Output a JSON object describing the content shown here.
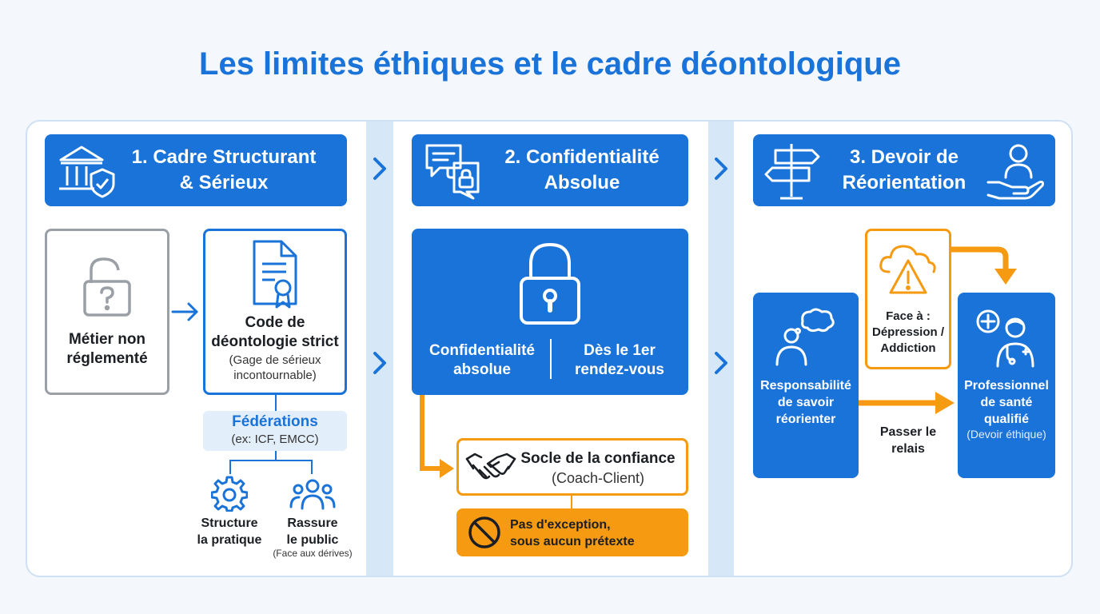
{
  "title": "Les limites éthiques et le cadre déontologique",
  "colors": {
    "blue": "#1a73d9",
    "orange": "#f59a11",
    "gray": "#9aa0a6",
    "light_blue": "#e3eefb"
  },
  "section1": {
    "header": "1. Cadre Structurant\n& Sérieux",
    "unregulated": "Métier non\nréglementé",
    "code_title": "Code de\ndéontologie strict",
    "code_sub": "(Gage de sérieux\nincontournable)",
    "federations_title": "Fédérations",
    "federations_sub": "(ex: ICF, EMCC)",
    "structure": "Structure\nla pratique",
    "reassure": "Rassure\nle public",
    "reassure_sub": "(Face aux dérives)",
    "icons": [
      "institution-shield-icon",
      "unlocked-question-icon",
      "certificate-document-icon",
      "gear-icon",
      "group-icon"
    ]
  },
  "section2": {
    "header": "2. Confidentialité\nAbsolue",
    "conf_left": "Confidentialité\nabsolue",
    "conf_right": "Dès le 1er\nrendez-vous",
    "trust_title": "Socle de la confiance",
    "trust_sub": "(Coach-Client)",
    "exception": "Pas d'exception,\nsous aucun prétexte",
    "icons": [
      "chat-lock-icon",
      "padlock-icon",
      "handshake-icon",
      "prohibited-icon"
    ]
  },
  "section3": {
    "header": "3. Devoir de\nRéorientation",
    "responsibility": "Responsabilité\nde savoir\nréorienter",
    "face": "Face à :\nDépression /\nAddiction",
    "pass": "Passer le\nrelais",
    "professional": "Professionnel\nde santé\nqualifié",
    "professional_sub": "(Devoir éthique)",
    "icons": [
      "signpost-icon",
      "helping-hand-person-icon",
      "thinking-person-icon",
      "warning-cloud-icon",
      "medical-professional-icon"
    ]
  }
}
